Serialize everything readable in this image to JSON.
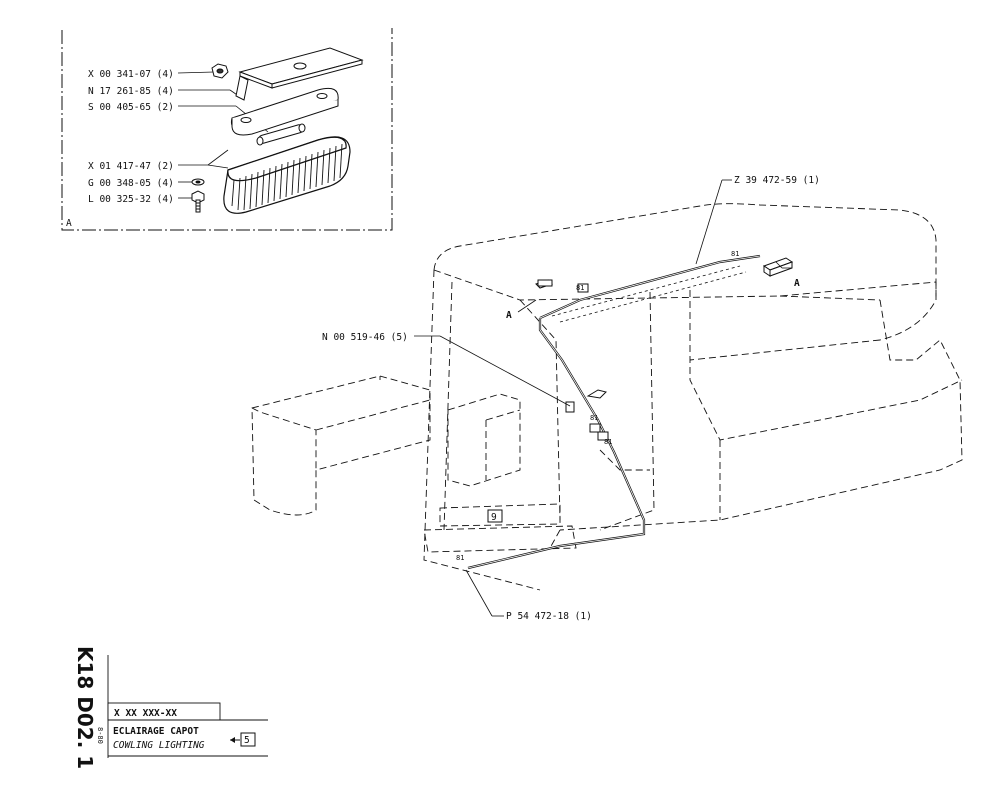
{
  "detail_box": {
    "marker": "A",
    "parts": [
      {
        "ref": "X 00 341-07 (4)"
      },
      {
        "ref": "N 17 261-85 (4)"
      },
      {
        "ref": "S 00 405-65 (2)"
      },
      {
        "ref": "X 01 417-47 (2)"
      },
      {
        "ref": "G 00 348-05 (4)"
      },
      {
        "ref": "L 00 325-32 (4)"
      }
    ]
  },
  "main_view": {
    "callouts": {
      "cable_top": "Z 39 472-59 (1)",
      "connector": "N 00 519-46 (5)",
      "cable_bottom": "P 54 472-18 (1)"
    },
    "detail_marker_left": "A",
    "detail_marker_right": "A",
    "seat_number": "9",
    "wire_code": "81"
  },
  "title_block": {
    "drawing_number": "K18 D02. 1",
    "date": "8-80",
    "part_number_mask": "X XX XXX-XX",
    "title_fr": "ECLAIRAGE CAPOT",
    "title_en": "COWLING LIGHTING",
    "ref_box": "5"
  }
}
